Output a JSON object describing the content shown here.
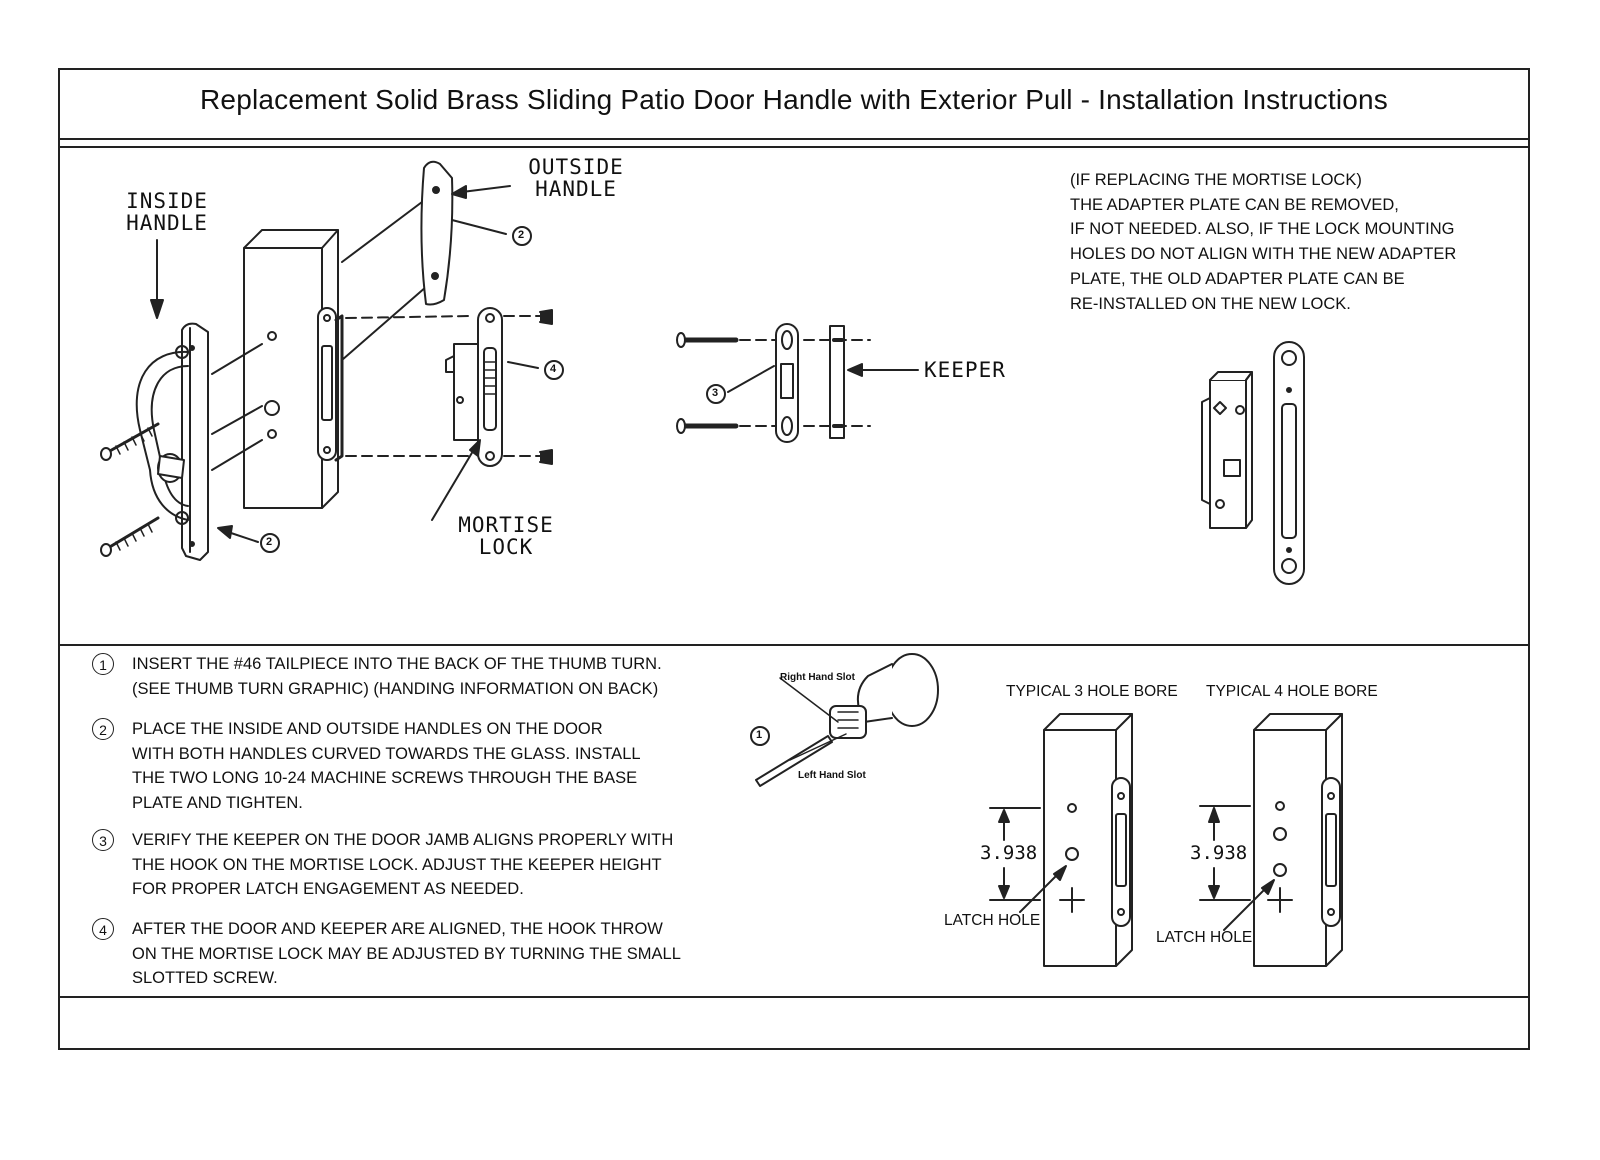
{
  "title": "Replacement Solid Brass Sliding Patio Door Handle with Exterior Pull - Installation Instructions",
  "diagram_labels": {
    "inside_handle": [
      "INSIDE",
      "HANDLE"
    ],
    "outside_handle": [
      "OUTSIDE",
      "HANDLE"
    ],
    "mortise_lock": [
      "MORTISE",
      "LOCK"
    ],
    "keeper": "KEEPER",
    "callout_1": "1",
    "callout_2": "2",
    "callout_3": "3",
    "callout_4": "4"
  },
  "replacement_note": [
    "(IF REPLACING THE MORTISE LOCK)",
    "THE ADAPTER PLATE CAN BE REMOVED,",
    "IF NOT NEEDED. ALSO, IF THE LOCK MOUNTING",
    "HOLES DO NOT ALIGN WITH THE NEW ADAPTER",
    "PLATE, THE OLD ADAPTER PLATE CAN BE",
    "RE-INSTALLED ON THE NEW LOCK."
  ],
  "steps": [
    {
      "number": "1",
      "lines": [
        "INSERT THE #46 TAILPIECE INTO THE BACK OF THE THUMB TURN.",
        "(SEE THUMB TURN GRAPHIC) (HANDING INFORMATION ON BACK)"
      ]
    },
    {
      "number": "2",
      "lines": [
        "PLACE THE INSIDE AND OUTSIDE HANDLES ON THE DOOR",
        "WITH BOTH HANDLES CURVED TOWARDS THE GLASS. INSTALL",
        "THE TWO LONG 10-24 MACHINE SCREWS THROUGH THE BASE",
        "PLATE AND TIGHTEN."
      ]
    },
    {
      "number": "3",
      "lines": [
        "VERIFY THE KEEPER ON THE DOOR JAMB ALIGNS PROPERLY WITH",
        "THE HOOK ON THE MORTISE LOCK. ADJUST THE KEEPER HEIGHT",
        "FOR PROPER LATCH ENGAGEMENT AS NEEDED."
      ]
    },
    {
      "number": "4",
      "lines": [
        "AFTER THE DOOR AND KEEPER ARE ALIGNED, THE HOOK THROW",
        "ON THE MORTISE LOCK MAY BE ADJUSTED BY TURNING THE SMALL",
        "SLOTTED SCREW."
      ]
    }
  ],
  "thumb_turn": {
    "right_slot": "Right Hand Slot",
    "left_slot": "Left Hand Slot"
  },
  "bores": {
    "three_hole": {
      "title": "TYPICAL 3 HOLE BORE",
      "dimension": "3.938",
      "latch_label": "LATCH HOLE"
    },
    "four_hole": {
      "title": "TYPICAL 4 HOLE BORE",
      "dimension": "3.938",
      "latch_label": "LATCH HOLE"
    }
  }
}
